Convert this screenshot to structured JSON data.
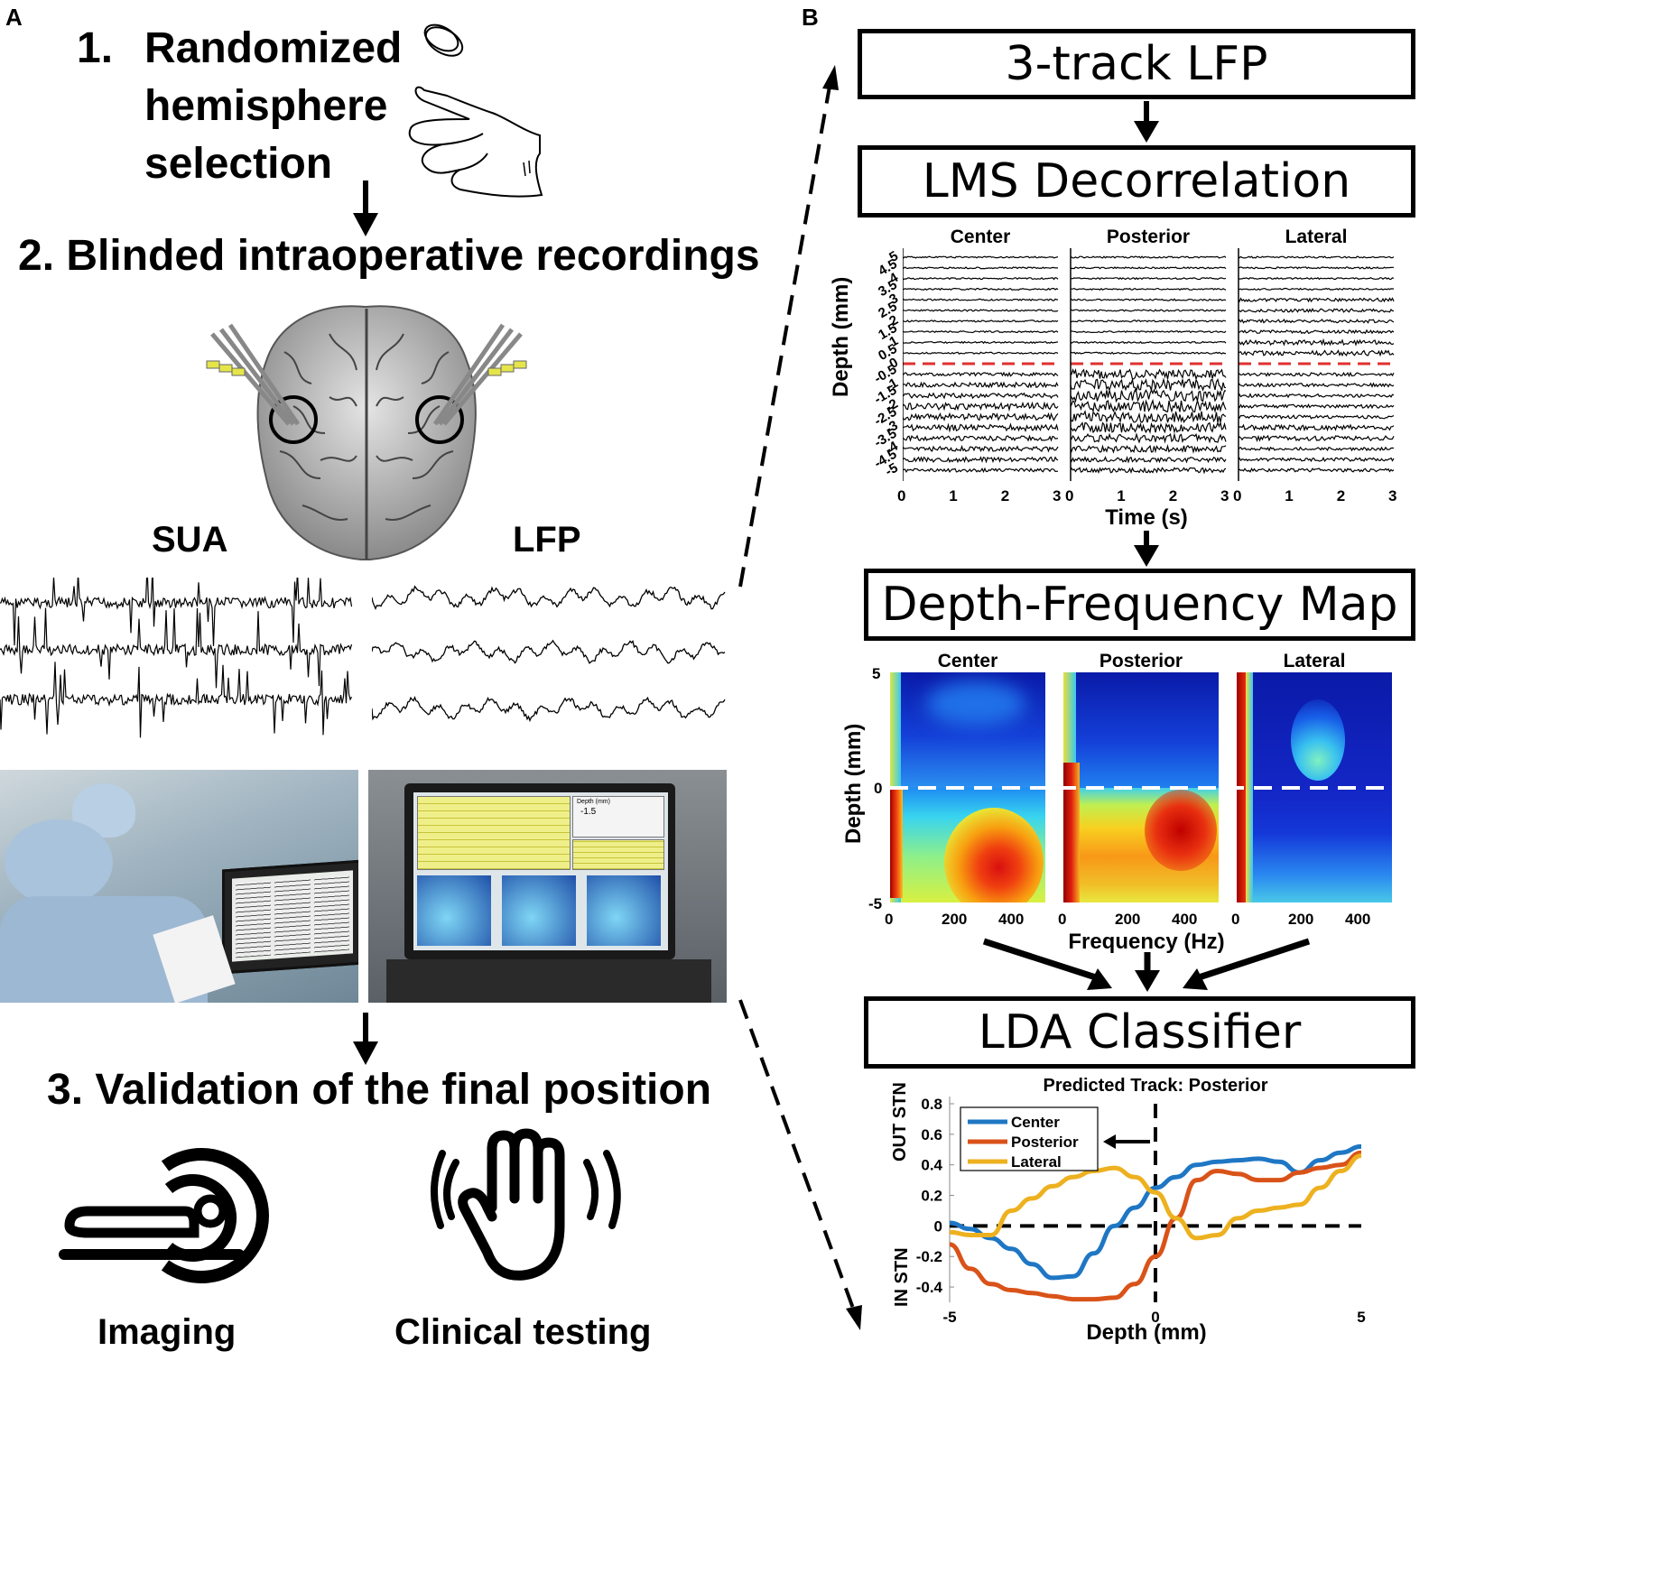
{
  "panel_a": {
    "letter": "A",
    "step1": {
      "number": "1.",
      "lines": [
        "Randomized",
        "hemisphere",
        "selection"
      ]
    },
    "step2": {
      "title": "2. Blinded intraoperative recordings"
    },
    "sua_label": "SUA",
    "lfp_label": "LFP",
    "step3": {
      "title": "3. Validation of the final position"
    },
    "imaging_label": "Imaging",
    "clinical_label": "Clinical testing",
    "laptop_readout": {
      "caption": "Depth (mm)",
      "value": "-1.5"
    }
  },
  "panel_b": {
    "letter": "B",
    "box1": "3-track LFP",
    "box2": "LMS Decorrelation",
    "box3": "Depth-Frequency Map",
    "box4": "LDA Classifier",
    "lms_panel": {
      "track_titles": [
        "Center",
        "Posterior",
        "Lateral"
      ],
      "ylabel": "Depth (mm)",
      "xlabel": "Time (s)",
      "y_ticks": [
        "5",
        "4.5",
        "4",
        "3.5",
        "3",
        "2.5",
        "2",
        "1.5",
        "1",
        "0.5",
        "0",
        "-0.5",
        "-1",
        "-1.5",
        "-2",
        "-2.5",
        "-3",
        "-3.5",
        "-4",
        "-4.5",
        "-5"
      ],
      "x_ticks": [
        "0",
        "1",
        "2",
        "3"
      ]
    },
    "dfm_panel": {
      "track_titles": [
        "Center",
        "Posterior",
        "Lateral"
      ],
      "ylabel": "Depth (mm)",
      "xlabel": "Frequency (Hz)",
      "y_ticks": [
        "5",
        "0",
        "-5"
      ],
      "x_ticks": [
        "0",
        "200",
        "400"
      ]
    }
  },
  "colors": {
    "black": "#000000",
    "red_dash": "#e03030",
    "center": "#1f77c4",
    "posterior": "#d95319",
    "lateral": "#edb120"
  },
  "chart_data": {
    "type": "line",
    "title": "Predicted Track: Posterior",
    "xlabel": "Depth (mm)",
    "ylabel_top": "OUT STN",
    "ylabel_bottom": "IN STN",
    "xlim": [
      -5,
      5
    ],
    "ylim": [
      -0.5,
      0.8
    ],
    "x_ticks": [
      "-5",
      "0",
      "5"
    ],
    "y_ticks": [
      "0.8",
      "0.6",
      "0.4",
      "0.2",
      "0",
      "-0.2",
      "-0.4"
    ],
    "x": [
      -5,
      -4.5,
      -4,
      -3.5,
      -3,
      -2.5,
      -2,
      -1.5,
      -1,
      -0.5,
      0,
      0.5,
      1,
      1.5,
      2,
      2.5,
      3,
      3.5,
      4,
      4.5,
      5
    ],
    "series": [
      {
        "name": "Center",
        "values": [
          0.02,
          -0.02,
          -0.08,
          -0.15,
          -0.25,
          -0.34,
          -0.33,
          -0.18,
          0.0,
          0.12,
          0.25,
          0.32,
          0.4,
          0.42,
          0.43,
          0.44,
          0.42,
          0.35,
          0.43,
          0.48,
          0.52
        ]
      },
      {
        "name": "Posterior",
        "values": [
          -0.12,
          -0.28,
          -0.38,
          -0.42,
          -0.44,
          -0.46,
          -0.48,
          -0.48,
          -0.47,
          -0.38,
          -0.2,
          0.05,
          0.3,
          0.36,
          0.34,
          0.3,
          0.3,
          0.35,
          0.38,
          0.4,
          0.48
        ]
      },
      {
        "name": "Lateral",
        "values": [
          -0.04,
          -0.06,
          -0.06,
          0.1,
          0.18,
          0.26,
          0.32,
          0.36,
          0.38,
          0.32,
          0.22,
          0.05,
          -0.08,
          -0.06,
          0.05,
          0.1,
          0.12,
          0.14,
          0.25,
          0.36,
          0.46
        ]
      }
    ],
    "zero_line": "dashed",
    "legend": "top-left",
    "legend_arrow_target": "Posterior"
  }
}
